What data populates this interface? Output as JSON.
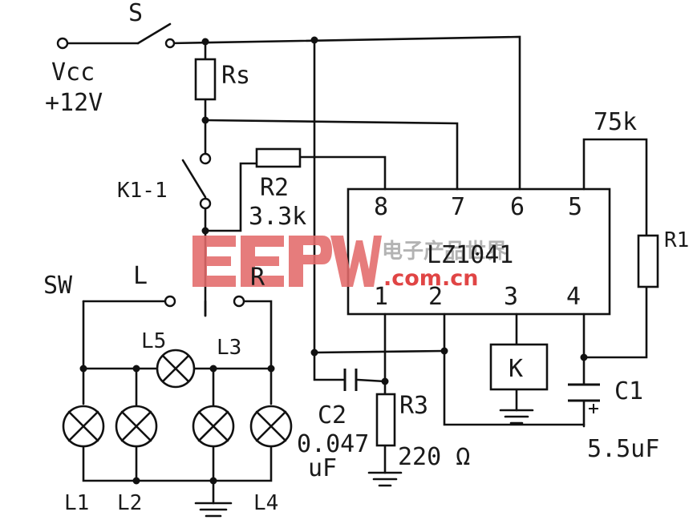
{
  "supply": {
    "name": "Vcc",
    "voltage": "+12V"
  },
  "switch_main": "S",
  "resistor_rs": "Rs",
  "relay_contact": "K1-1",
  "resistor_r2": {
    "name": "R2",
    "value": "3.3k"
  },
  "ic": {
    "name": "LZ1041",
    "pins": [
      "8",
      "7",
      "6",
      "5",
      "1",
      "2",
      "3",
      "4"
    ]
  },
  "resistor_r1": {
    "name": "R1",
    "value": "75k"
  },
  "selector": {
    "name": "SW",
    "left": "L",
    "right": "R"
  },
  "lamps": [
    "L5",
    "L3",
    "L1",
    "L2",
    "L4"
  ],
  "relay_coil": "K",
  "capacitor_c1": {
    "name": "C1",
    "value": "5.5uF"
  },
  "capacitor_c2": {
    "name": "C2",
    "value_line1": "0.047",
    "value_line2": "uF"
  },
  "resistor_r3": {
    "name": "R3",
    "value": "220 Ω"
  },
  "watermark": {
    "logo": "EEPW",
    "chinese": "电子产品世界",
    "url": ".com.cn"
  }
}
